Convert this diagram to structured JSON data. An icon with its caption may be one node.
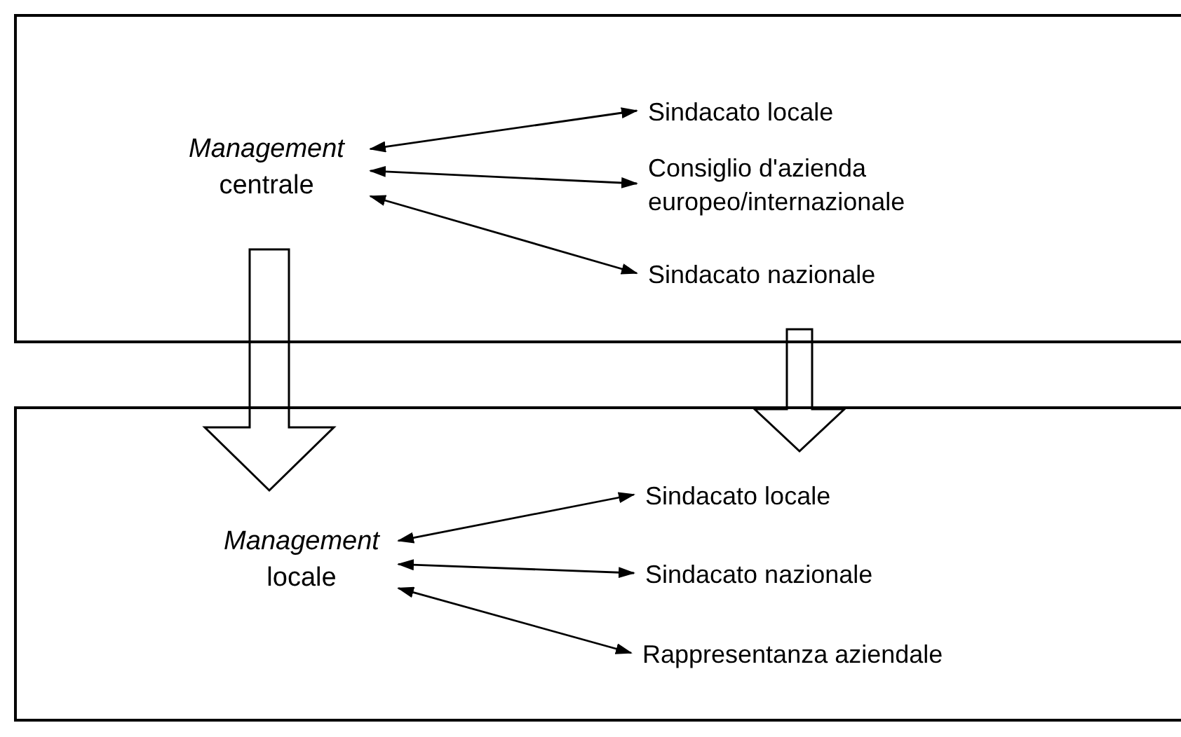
{
  "diagram": {
    "nodes": [
      {
        "text": [],
        "shape": "box"
      },
      {
        "text": [
          "*Management* centrale"
        ],
        "in": 0
      },
      {
        "text": [
          "Sindacato locale"
        ],
        "in": 0
      },
      {
        "text": [
          "Consiglio d'azienda europeo/internazionale"
        ],
        "in": 0
      },
      {
        "text": [
          "Sindacato nazionale"
        ],
        "in": 0
      },
      {
        "text": [],
        "shape": "box"
      },
      {
        "text": [
          "*Management* locale"
        ],
        "in": 5
      },
      {
        "text": [
          "Sindacato locale"
        ],
        "in": 5
      },
      {
        "text": [
          "Sindacato nazionale"
        ],
        "in": 5
      },
      {
        "text": [
          "Rappresentanza aziendale"
        ],
        "in": 5
      }
    ],
    "edges": [
      {
        "from": 1,
        "to": 2,
        "arrow": "both"
      },
      {
        "from": 1,
        "to": 3,
        "arrow": "both"
      },
      {
        "from": 1,
        "to": 4,
        "arrow": "both"
      },
      {
        "from": 6,
        "to": 7,
        "arrow": "both"
      },
      {
        "from": 6,
        "to": 8,
        "arrow": "both"
      },
      {
        "from": 6,
        "to": 9,
        "arrow": "both"
      },
      {
        "from": 1,
        "to": 6,
        "arrow": "to",
        "style": "thick"
      },
      {
        "from": 0,
        "to": 5,
        "arrow": "to",
        "style": "thick"
      }
    ]
  }
}
